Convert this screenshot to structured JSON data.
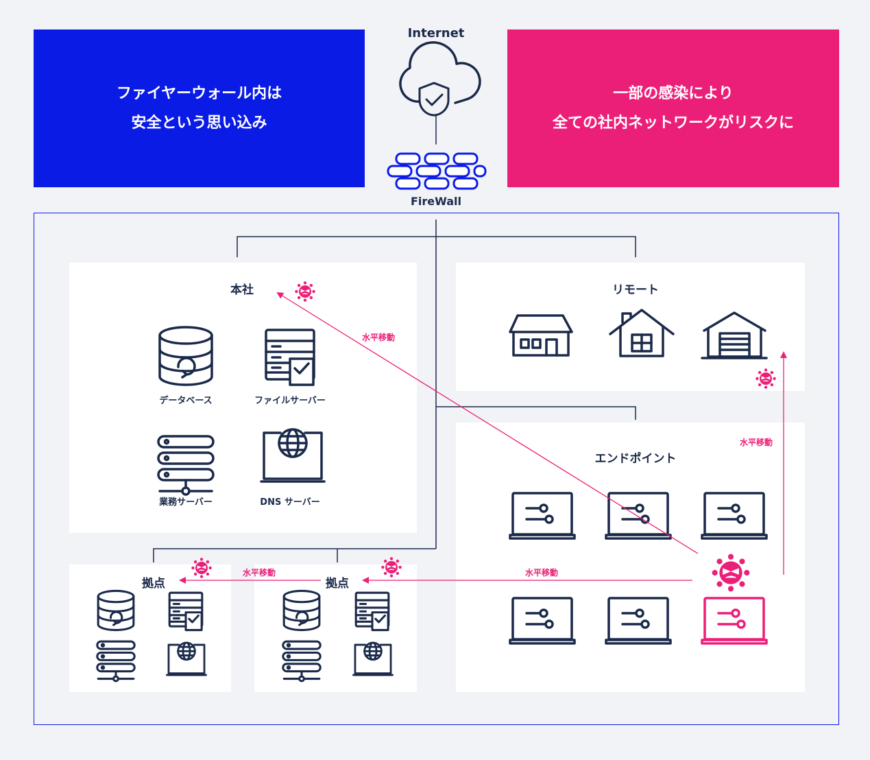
{
  "banner_left": {
    "line1": "ファイヤーウォール内は",
    "line2": "安全という思い込み"
  },
  "banner_right": {
    "line1": "一部の感染により",
    "line2": "全ての社内ネットワークがリスクに"
  },
  "internet_label": "Internet",
  "firewall_label": "FireWall",
  "hq": {
    "title": "本社",
    "items": [
      "データベース",
      "ファイルサーバー",
      "業務サーバー",
      "DNS サーバー"
    ]
  },
  "remote": {
    "title": "リモート"
  },
  "endpoint": {
    "title": "エンドポイント"
  },
  "branch1": {
    "title": "拠点"
  },
  "branch2": {
    "title": "拠点"
  },
  "lateral_labels": {
    "to_hq": "水平移動",
    "to_remote": "水平移動",
    "to_branch2": "水平移動",
    "to_branch1": "水平移動"
  },
  "colors": {
    "navy": "#1b2a4a",
    "blue": "#0a1be6",
    "pink": "#ec1f78",
    "bg": "#f2f3f7"
  }
}
